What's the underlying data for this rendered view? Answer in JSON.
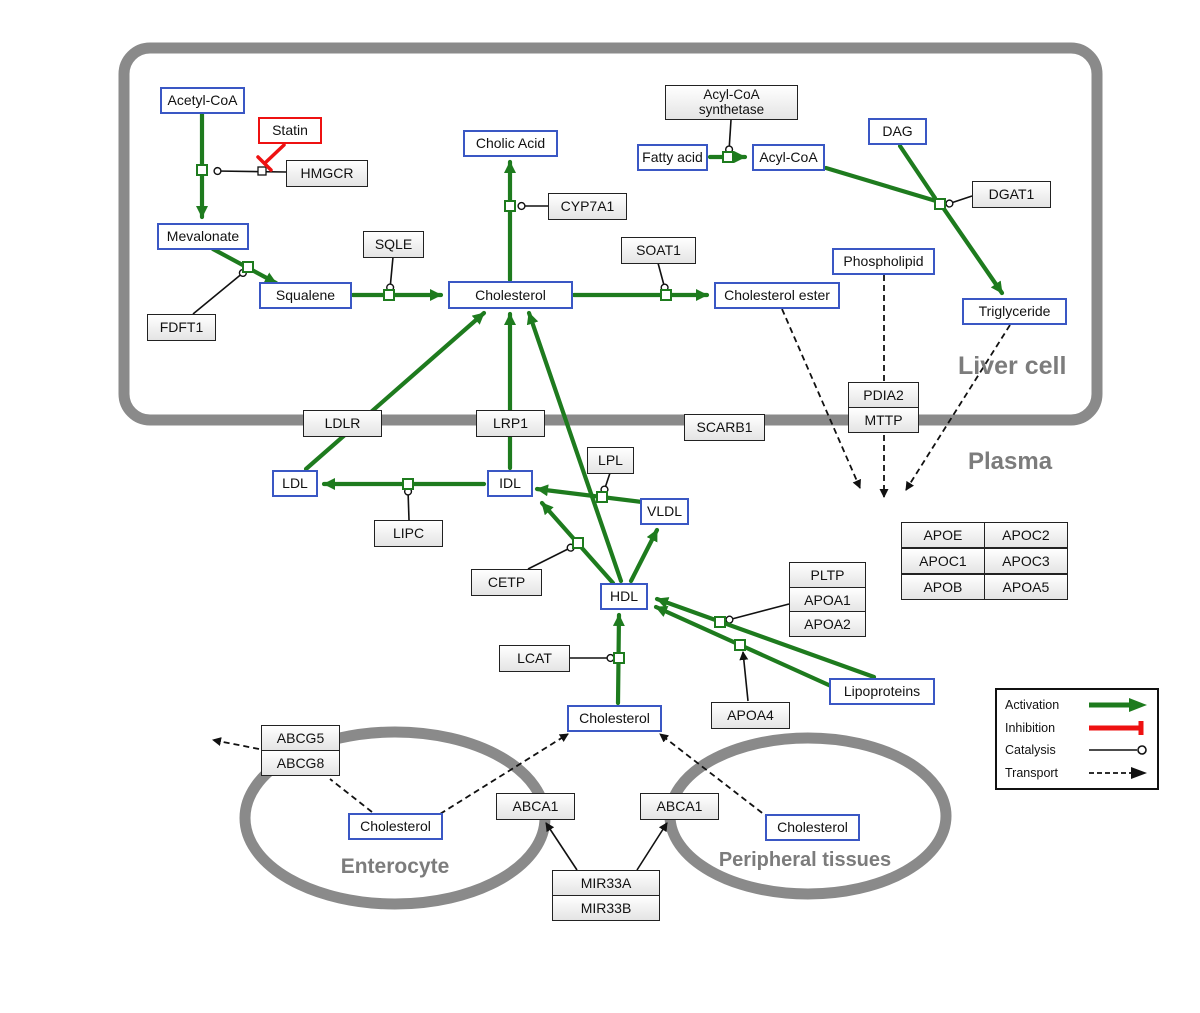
{
  "compartments": {
    "liver": "Liver cell",
    "plasma": "Plasma",
    "enterocyte": "Enterocyte",
    "peripheral": "Peripheral tissues"
  },
  "nodes": {
    "acetyl_coa": "Acetyl-CoA",
    "mevalonate": "Mevalonate",
    "squalene": "Squalene",
    "cholesterol_liver": "Cholesterol",
    "cholic_acid": "Cholic Acid",
    "fatty_acid": "Fatty acid",
    "acyl_coa": "Acyl-CoA",
    "dag": "DAG",
    "phospholipid": "Phospholipid",
    "cholesterol_ester": "Cholesterol ester",
    "triglyceride": "Triglyceride",
    "ldl": "LDL",
    "idl": "IDL",
    "vldl": "VLDL",
    "hdl": "HDL",
    "cholesterol_plasma": "Cholesterol",
    "cholesterol_enterocyte": "Cholesterol",
    "cholesterol_peripheral": "Cholesterol",
    "lipoproteins": "Lipoproteins"
  },
  "enzymes": {
    "statin": "Statin",
    "hmgcr": "HMGCR",
    "sqle": "SQLE",
    "fdft1": "FDFT1",
    "cyp7a1": "CYP7A1",
    "acyl_coa_synthetase_l1": "Acyl-CoA",
    "acyl_coa_synthetase_l2": "synthetase",
    "dgat1": "DGAT1",
    "soat1": "SOAT1",
    "pdia2": "PDIA2",
    "mttp": "MTTP",
    "ldlr": "LDLR",
    "lrp1": "LRP1",
    "scarb1": "SCARB1",
    "lpl": "LPL",
    "lipc": "LIPC",
    "cetp": "CETP",
    "lcat": "LCAT",
    "pltp": "PLTP",
    "apoa1": "APOA1",
    "apoa2": "APOA2",
    "apoa4": "APOA4",
    "abcg5": "ABCG5",
    "abcg8": "ABCG8",
    "abca1_left": "ABCA1",
    "abca1_right": "ABCA1",
    "mir33a": "MIR33A",
    "mir33b": "MIR33B"
  },
  "apo_table": [
    [
      "APOE",
      "APOC2"
    ],
    [
      "APOC1",
      "APOC3"
    ],
    [
      "APOB",
      "APOA5"
    ]
  ],
  "legend": {
    "activation": "Activation",
    "inhibition": "Inhibition",
    "catalysis": "Catalysis",
    "transport": "Transport"
  },
  "colors": {
    "activation_green": "#1e7b1e",
    "inhibition_red": "#ee1111",
    "metabolite_border_blue": "#3a57c4",
    "compartment_gray": "#8a8a8a"
  }
}
